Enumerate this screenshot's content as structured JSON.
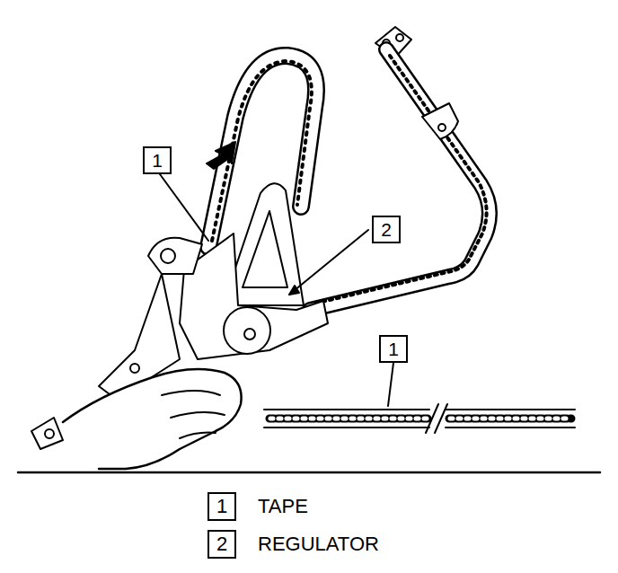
{
  "diagram": {
    "nodes": [
      {
        "text": [
          "1"
        ]
      },
      {
        "text": [
          "2"
        ]
      },
      {
        "text": [
          "1"
        ]
      },
      {
        "text": [
          "1",
          "TAPE"
        ]
      },
      {
        "text": [
          "2",
          "REGULATOR"
        ]
      }
    ]
  }
}
